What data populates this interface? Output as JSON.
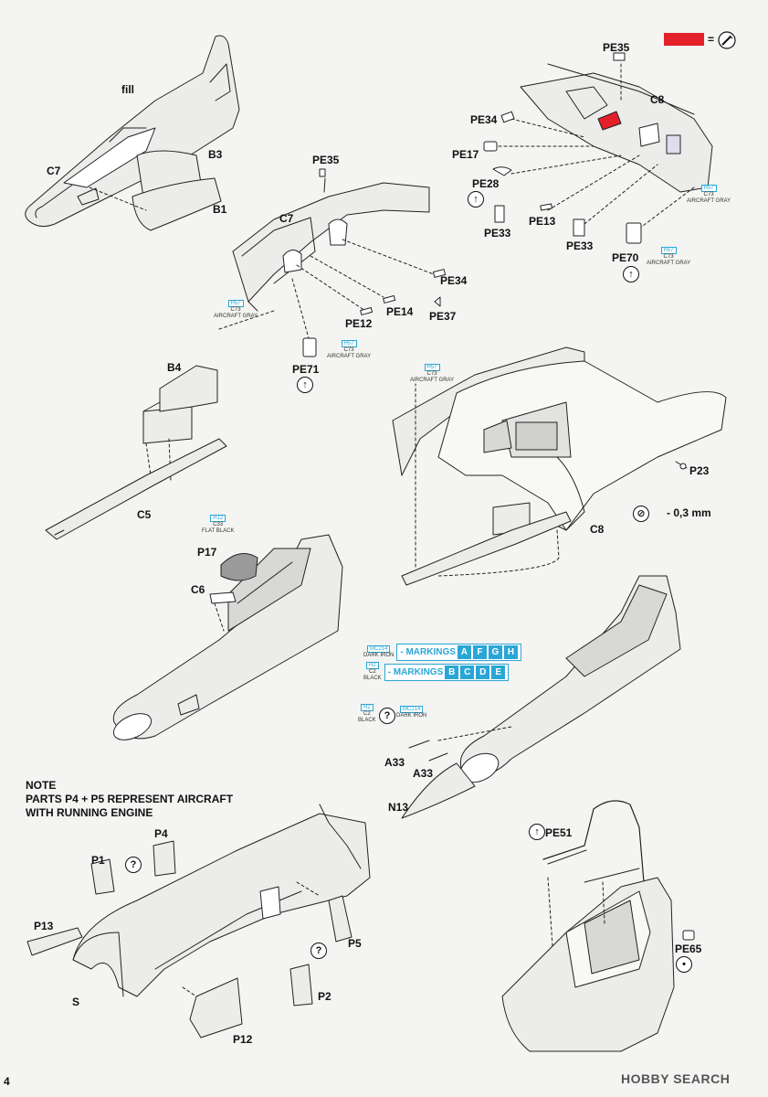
{
  "page_number": "4",
  "legend": {
    "symbol": "=",
    "color": "#e4202a",
    "icon": "brush-icon"
  },
  "note": {
    "line1": "NOTE",
    "line2": "PARTS P4 + P5 REPRESENT AIRCRAFT",
    "line3": "WITH RUNNING ENGINE"
  },
  "labels": {
    "fill": "fill",
    "c7_top": "C7",
    "b3": "B3",
    "b1": "B1",
    "pe35_mid": "PE35",
    "c7_mid": "C7",
    "pe34_mid": "PE34",
    "pe14": "PE14",
    "pe12": "PE12",
    "pe37": "PE37",
    "pe71": "PE71",
    "pe35_tr": "PE35",
    "c8_top": "C8",
    "pe34_tr": "PE34",
    "pe17": "PE17",
    "pe28": "PE28",
    "pe13": "PE13",
    "pe33_a": "PE33",
    "pe33_b": "PE33",
    "pe70": "PE70",
    "b4": "B4",
    "c5": "C5",
    "p23": "P23",
    "c8_mid": "C8",
    "drill": "- 0,3 mm",
    "p17": "P17",
    "c6": "C6",
    "a33_a": "A33",
    "a33_b": "A33",
    "n13": "N13",
    "p4": "P4",
    "p1": "P1",
    "p13": "P13",
    "s": "S",
    "p5": "P5",
    "p2": "P2",
    "p12": "P12",
    "pe51": "PE51",
    "pe65": "PE65"
  },
  "paint_callouts": {
    "gray_mid": {
      "code": "H57",
      "name": "C73",
      "desc": "AIRCRAFT GRAY"
    },
    "gray_pe71": {
      "code": "H57",
      "name": "C73",
      "desc": "AIRCRAFT GRAY"
    },
    "gray_tr1": {
      "code": "H57",
      "name": "C73",
      "desc": "AIRCRAFT GRAY"
    },
    "gray_tr2": {
      "code": "H57",
      "name": "C73",
      "desc": "AIRCRAFT GRAY"
    },
    "gray_cockpit": {
      "code": "H57",
      "name": "C73",
      "desc": "AIRCRAFT GRAY"
    },
    "black_p17": {
      "code": "H12",
      "name": "C33",
      "desc": "FLAT BLACK"
    },
    "nose_black": {
      "code": "H2",
      "name": "C2",
      "desc": "BLACK"
    },
    "nose_iron": {
      "code": "MC214",
      "name": "",
      "desc": "DARK IRON"
    }
  },
  "markings": [
    {
      "code": "MC214",
      "desc": "DARK IRON",
      "label": "- MARKINGS",
      "letters": [
        "A",
        "F",
        "G",
        "H"
      ]
    },
    {
      "code": "H2",
      "name": "C2",
      "desc": "BLACK",
      "label": "- MARKINGS",
      "letters": [
        "B",
        "C",
        "D",
        "E"
      ]
    }
  ],
  "watermark": "HOBBY SEARCH"
}
